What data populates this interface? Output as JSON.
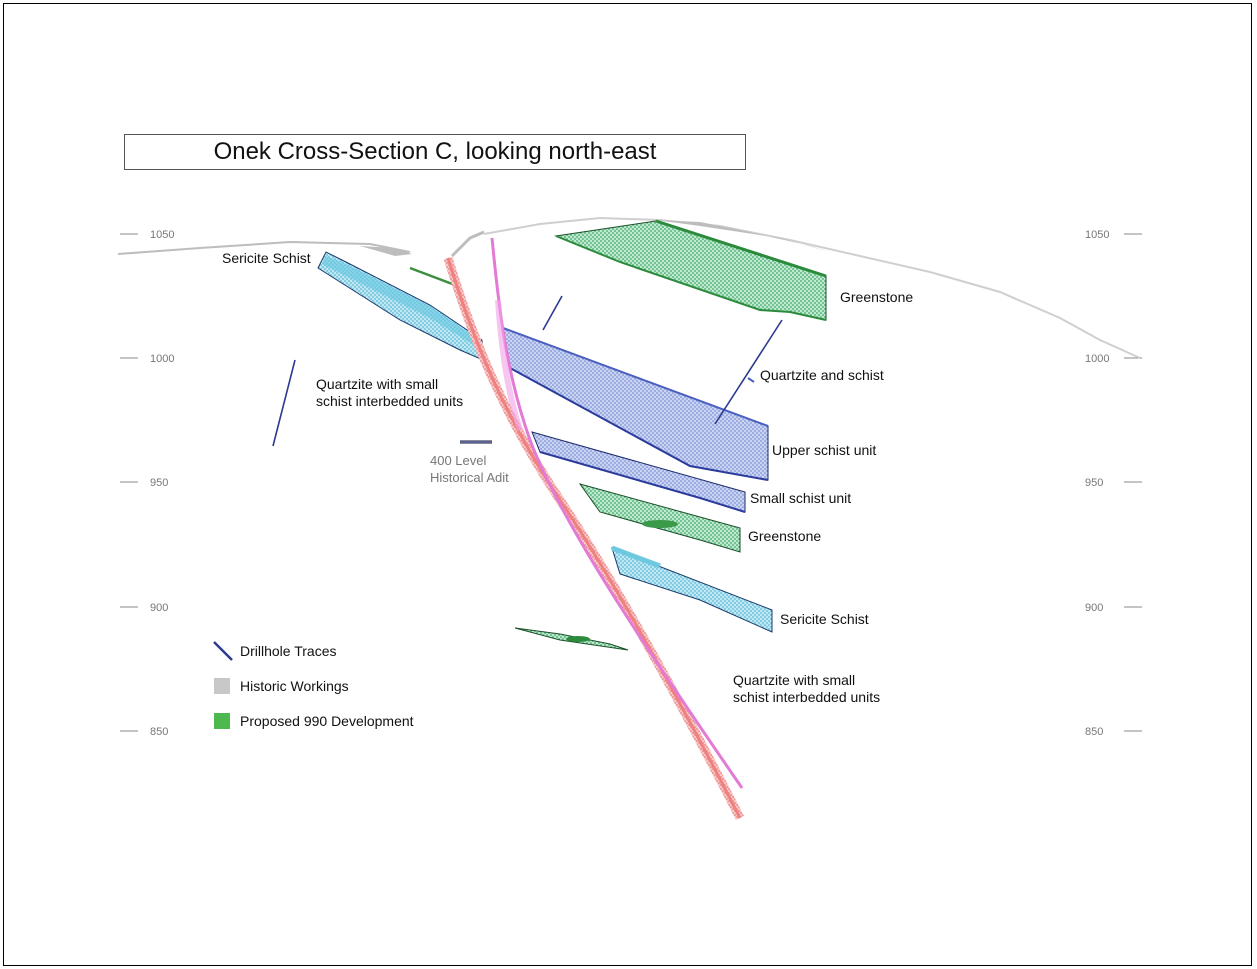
{
  "title": "Onek Cross-Section C, looking north-east",
  "elevation_ticks": [
    "1050",
    "1000",
    "950",
    "900",
    "850"
  ],
  "units": {
    "sericite_schist_top": "Sericite Schist",
    "greenstone_top": "Greenstone",
    "quartzite_and_schist": "Quartzite and schist",
    "quartzite_left": [
      "Quartzite with small",
      "schist interbedded units"
    ],
    "upper_schist": "Upper schist unit",
    "small_schist": "Small schist unit",
    "greenstone_mid": "Greenstone",
    "sericite_schist_bottom": "Sericite Schist",
    "quartzite_bottom": [
      "Quartzite with small",
      "schist interbedded units"
    ]
  },
  "adit_label": [
    "400 Level",
    "Historical Adit"
  ],
  "legend": [
    {
      "label": "Drillhole Traces",
      "icon": "drillhole-trace-icon",
      "color": "#2b3a8f"
    },
    {
      "label": "Historic Workings",
      "icon": "historic-workings-swatch",
      "color": "#c8c8c8"
    },
    {
      "label": "Proposed 990 Development",
      "icon": "proposed-development-swatch",
      "color": "#4db84d"
    }
  ],
  "colors": {
    "sericite": "#6ec9e0",
    "quartzite": "#a9b8e6",
    "greenstone": "#5fc08a",
    "fault_red": "#ef8080",
    "fault_pink": "#e37ad6",
    "drillhole": "#2b3a8f",
    "surface": "#bdbdbd"
  }
}
